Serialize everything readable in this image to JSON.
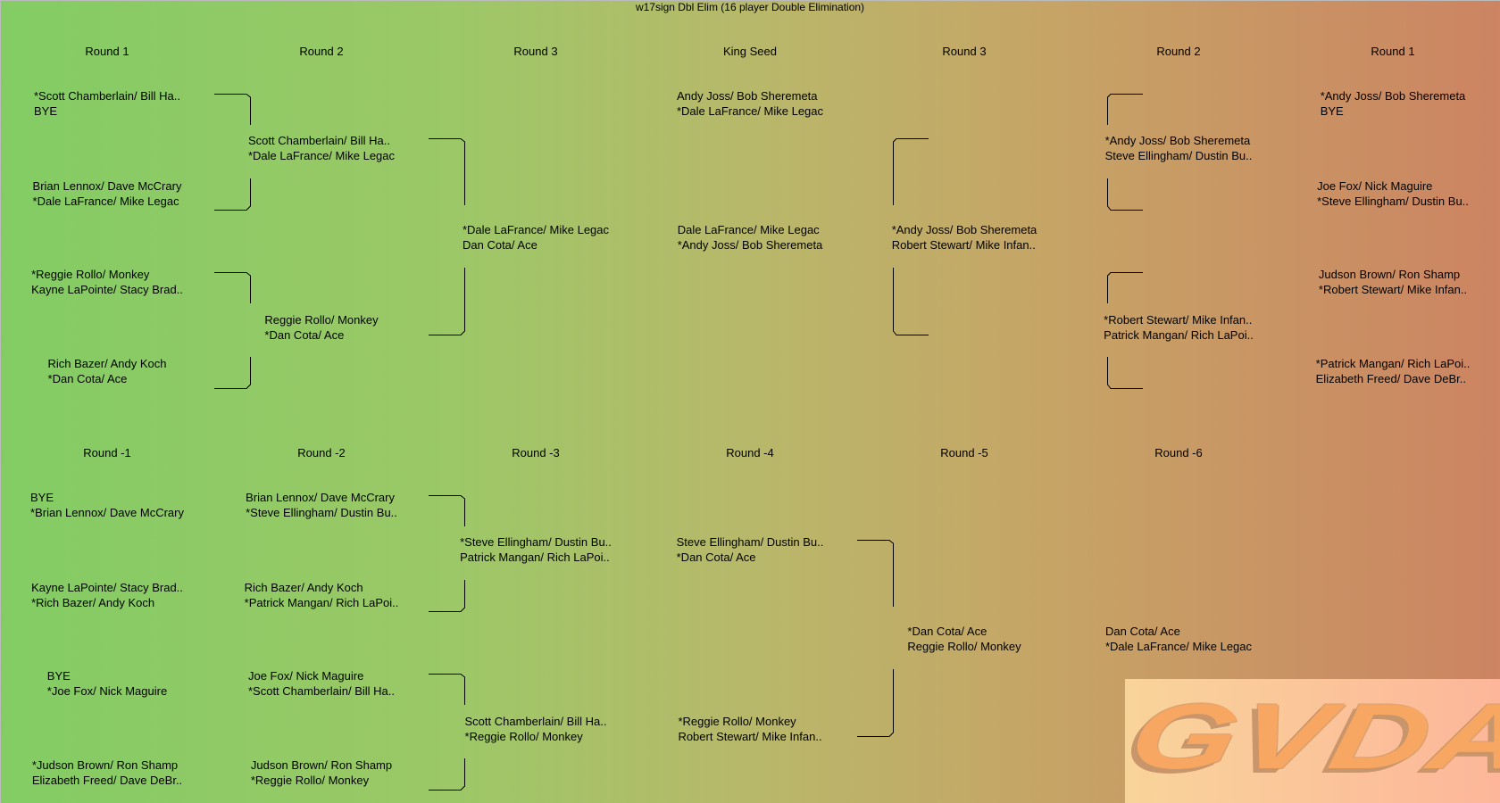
{
  "title": "w17sign Dbl Elim (16 player Double Elimination)",
  "winners": {
    "rounds": [
      {
        "label": "Round 1",
        "matches": [
          [
            "*Scott Chamberlain/ Bill Ha..",
            "BYE"
          ],
          [
            "Brian Lennox/ Dave McCrary",
            "*Dale LaFrance/ Mike Legac"
          ],
          [
            "*Reggie Rollo/ Monkey",
            "Kayne LaPointe/ Stacy Brad.."
          ],
          [
            "Rich Bazer/ Andy Koch",
            "*Dan Cota/ Ace"
          ]
        ]
      },
      {
        "label": "Round 2",
        "matches": [
          [
            "Scott Chamberlain/ Bill Ha..",
            "*Dale LaFrance/ Mike Legac"
          ],
          [
            "Reggie Rollo/ Monkey",
            "*Dan Cota/ Ace"
          ]
        ]
      },
      {
        "label": "Round 3",
        "matches": [
          [
            "*Dale LaFrance/ Mike Legac",
            "Dan Cota/ Ace"
          ]
        ]
      },
      {
        "label": "King Seed",
        "matches": [
          [
            "Andy Joss/ Bob Sheremeta",
            "*Dale LaFrance/ Mike Legac"
          ],
          [
            "Dale LaFrance/ Mike Legac",
            "*Andy Joss/ Bob Sheremeta"
          ]
        ]
      },
      {
        "label": "Round 3",
        "matches": [
          [
            "*Andy Joss/ Bob Sheremeta",
            "Robert Stewart/ Mike Infan.."
          ]
        ]
      },
      {
        "label": "Round 2",
        "matches": [
          [
            "*Andy Joss/ Bob Sheremeta",
            "Steve Ellingham/ Dustin Bu.."
          ],
          [
            "*Robert Stewart/ Mike Infan..",
            "Patrick Mangan/ Rich LaPoi.."
          ]
        ]
      },
      {
        "label": "Round 1",
        "matches": [
          [
            "*Andy Joss/ Bob Sheremeta",
            "BYE"
          ],
          [
            "Joe Fox/ Nick Maguire",
            "*Steve Ellingham/ Dustin Bu.."
          ],
          [
            "Judson Brown/ Ron Shamp",
            "*Robert Stewart/ Mike Infan.."
          ],
          [
            "*Patrick Mangan/ Rich LaPoi..",
            "Elizabeth Freed/ Dave DeBr.."
          ]
        ]
      }
    ]
  },
  "losers": {
    "rounds": [
      {
        "label": "Round -1",
        "matches": [
          [
            "BYE",
            "*Brian Lennox/ Dave McCrary"
          ],
          [
            "Kayne LaPointe/ Stacy Brad..",
            "*Rich Bazer/ Andy Koch"
          ],
          [
            "BYE",
            "*Joe Fox/ Nick Maguire"
          ],
          [
            "*Judson Brown/ Ron Shamp",
            "Elizabeth Freed/ Dave DeBr.."
          ]
        ]
      },
      {
        "label": "Round -2",
        "matches": [
          [
            "Brian Lennox/ Dave McCrary",
            "*Steve Ellingham/ Dustin Bu.."
          ],
          [
            "Rich Bazer/ Andy Koch",
            "*Patrick Mangan/ Rich LaPoi.."
          ],
          [
            "Joe Fox/ Nick Maguire",
            "*Scott Chamberlain/ Bill Ha.."
          ],
          [
            "Judson Brown/ Ron Shamp",
            "*Reggie Rollo/ Monkey"
          ]
        ]
      },
      {
        "label": "Round -3",
        "matches": [
          [
            "*Steve Ellingham/ Dustin Bu..",
            "Patrick Mangan/ Rich LaPoi.."
          ],
          [
            "Scott Chamberlain/ Bill Ha..",
            "*Reggie Rollo/ Monkey"
          ]
        ]
      },
      {
        "label": "Round -4",
        "matches": [
          [
            "Steve Ellingham/ Dustin Bu..",
            "*Dan Cota/ Ace"
          ],
          [
            "*Reggie Rollo/ Monkey",
            "Robert Stewart/ Mike Infan.."
          ]
        ]
      },
      {
        "label": "Round -5",
        "matches": [
          [
            "*Dan Cota/ Ace",
            "Reggie Rollo/ Monkey"
          ]
        ]
      },
      {
        "label": "Round -6",
        "matches": [
          [
            "Dan Cota/ Ace",
            "*Dale LaFrance/ Mike Legac"
          ]
        ]
      }
    ]
  },
  "logo": {
    "text": "GVDA"
  }
}
